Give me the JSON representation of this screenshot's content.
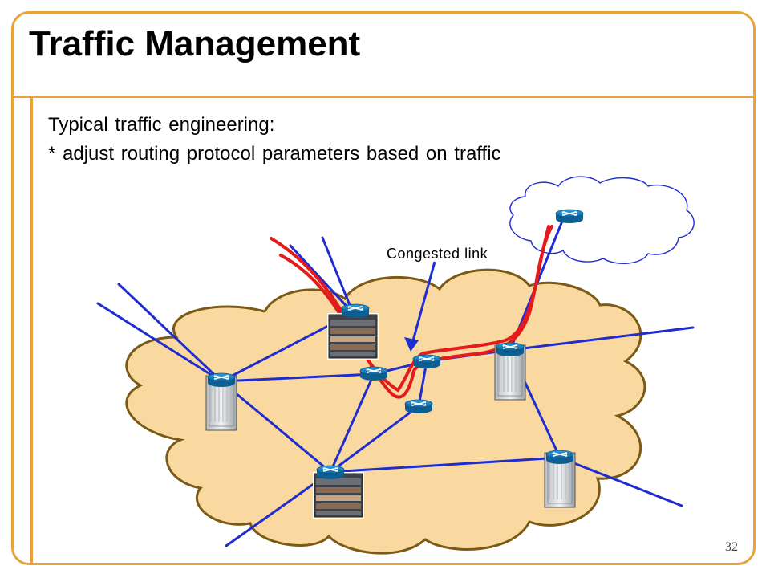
{
  "slide": {
    "title": "Traffic Management",
    "body_lines": [
      "Typical traffic engineering:",
      "* adjust routing protocol parameters based on traffic"
    ],
    "page_number": "32"
  },
  "diagram": {
    "annotation": "Congested link",
    "colors": {
      "accent_frame": "#e8a33a",
      "network_cloud_fill": "#f9d9a0",
      "network_cloud_stroke": "#8a6a20",
      "links": "#1f2ccf",
      "traffic_path": "#e41b1b",
      "router_icon": "#1b86c9"
    },
    "icons": [
      "network-cloud",
      "router-icon",
      "router-chassis",
      "red-traffic-paths",
      "blue-arrow"
    ]
  }
}
